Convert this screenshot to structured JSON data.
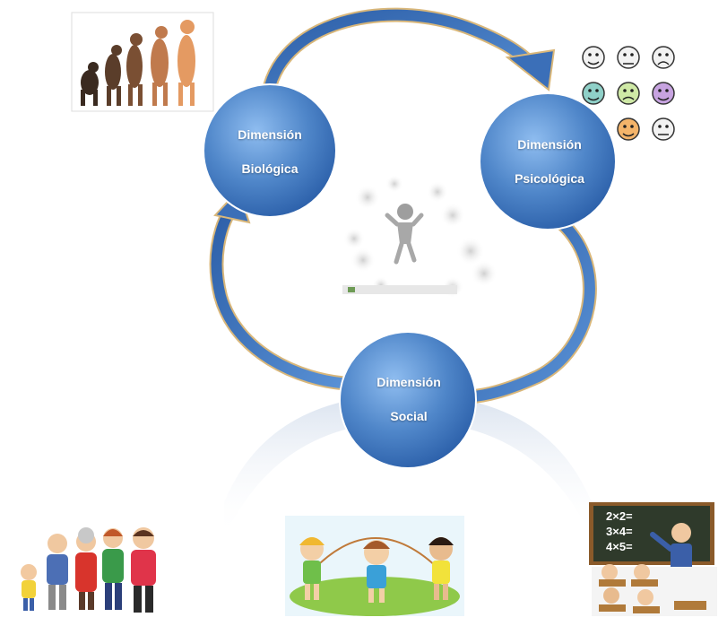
{
  "diagram": {
    "nodes": [
      {
        "id": "biologica",
        "line1": "Dimensión",
        "line2": "Biológica"
      },
      {
        "id": "psicologica",
        "line1": "Dimensión",
        "line2": "Psicológica"
      },
      {
        "id": "social",
        "line1": "Dimensión",
        "line2": "Social"
      }
    ],
    "board_text": [
      "2×2=",
      "3×4=",
      "4×5="
    ],
    "colors": {
      "node_light": "#7fb0e6",
      "node_mid": "#4f86c9",
      "node_dark": "#2a5ea8",
      "arrow": "#3b6fb8",
      "arrow_outline": "#d9b77a",
      "board": "#2f3a2b"
    },
    "icons": {
      "top_left": "human-evolution-illustration",
      "top_right": "emotion-faces-grid",
      "center": "figure-with-bubbles",
      "bottom_left": "family-walking-illustration",
      "bottom_center": "children-jump-rope-illustration",
      "bottom_right": "classroom-teacher-illustration"
    }
  }
}
